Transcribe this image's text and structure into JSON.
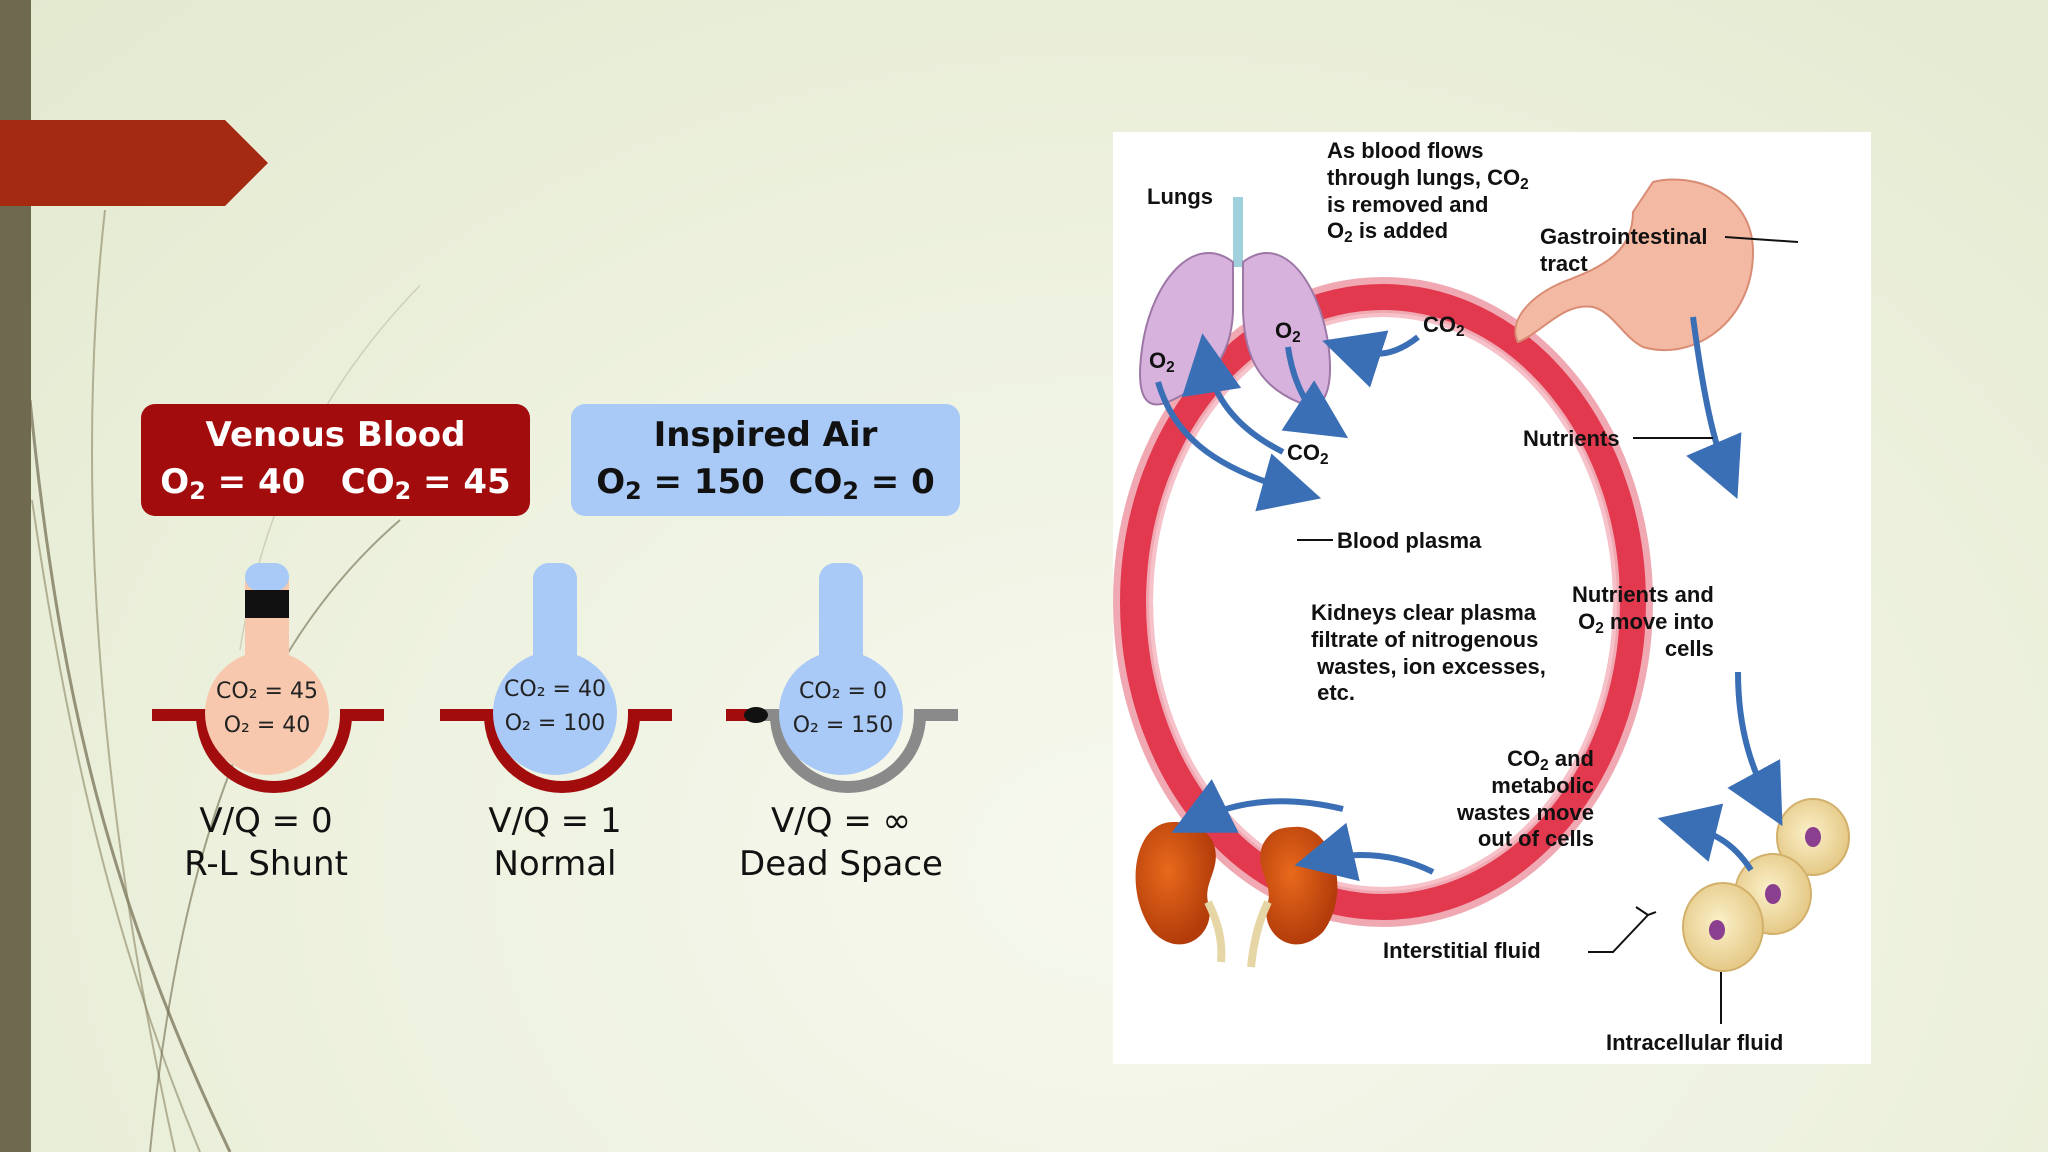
{
  "colors": {
    "accent_red": "#a30c0d",
    "air_blue": "#a9c9f7",
    "header_arrow": "#a52a12",
    "sidebar": "#6f6a4f",
    "vessel": "#e2394f"
  },
  "venous": {
    "title": "Venous Blood",
    "o2_value": "40",
    "co2_value": "45"
  },
  "inspired": {
    "title": "Inspired Air",
    "o2_value": "150",
    "co2_value": "0"
  },
  "units": [
    {
      "co2": "CO₂ = 45",
      "o2": "O₂ = 40",
      "ratio": "V/Q = 0",
      "name": "R-L Shunt"
    },
    {
      "co2": "CO₂ = 40",
      "o2": "O₂ = 100",
      "ratio": "V/Q = 1",
      "name": "Normal"
    },
    {
      "co2": "CO₂ = 0",
      "o2": "O₂ = 150",
      "ratio": "V/Q = ∞",
      "name": "Dead Space"
    }
  ],
  "figure": {
    "lungs": "Lungs",
    "flow_note": [
      "As blood flows",
      "through lungs, CO",
      "is removed and",
      "O",
      "is added"
    ],
    "gi_tract": [
      "Gastrointestinal",
      "tract"
    ],
    "nutrients": "Nutrients",
    "blood_plasma": "Blood plasma",
    "kidneys_note": [
      "Kidneys clear plasma",
      "filtrate of nitrogenous",
      "wastes, ion excesses,",
      "etc."
    ],
    "nutrients_o2": [
      "Nutrients and",
      "O",
      "move into",
      "cells"
    ],
    "co2_wastes": [
      "CO",
      "and",
      "metabolic",
      "wastes move",
      "out of cells"
    ],
    "interstitial": "Interstitial fluid",
    "intracellular": "Intracellular fluid",
    "o2": "O",
    "co2": "CO",
    "sub2": "2"
  }
}
